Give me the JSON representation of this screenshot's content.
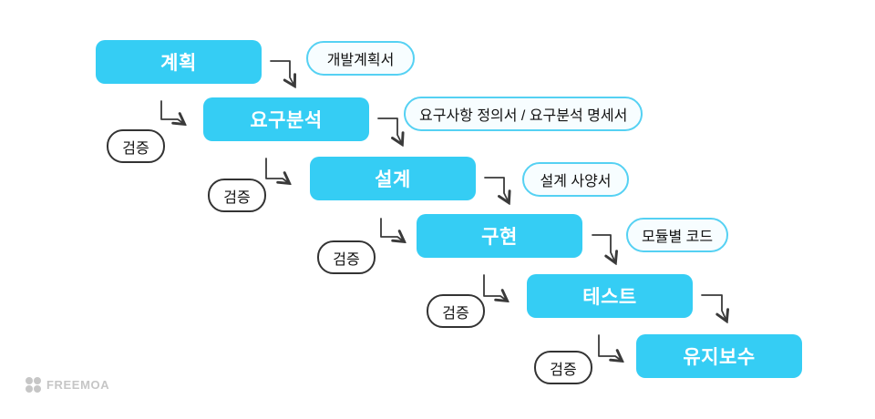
{
  "diagram": {
    "type": "waterfall-process-flow",
    "stages": [
      {
        "label": "계획",
        "deliverable": "개발계획서"
      },
      {
        "label": "요구분석",
        "deliverable": "요구사항 정의서 / 요구분석 명세서",
        "verify": "검증"
      },
      {
        "label": "설계",
        "deliverable": "설계 사양서",
        "verify": "검증"
      },
      {
        "label": "구현",
        "deliverable": "모듈별 코드",
        "verify": "검증"
      },
      {
        "label": "테스트",
        "verify": "검증"
      },
      {
        "label": "유지보수",
        "verify": "검증"
      }
    ]
  },
  "watermark": {
    "brand": "FREEMOA"
  },
  "colors": {
    "background": "#ffffff",
    "stage_fill": "#35cdf4",
    "stage_text": "#ffffff",
    "pill_fill": "#f7fdff",
    "pill_border": "#55d1f3",
    "pill_text": "#111111",
    "bubble_fill": "#ffffff",
    "bubble_border": "#333333",
    "bubble_text": "#111111",
    "arrow": "#3a3a3a",
    "watermark": "#c6c6c6"
  }
}
